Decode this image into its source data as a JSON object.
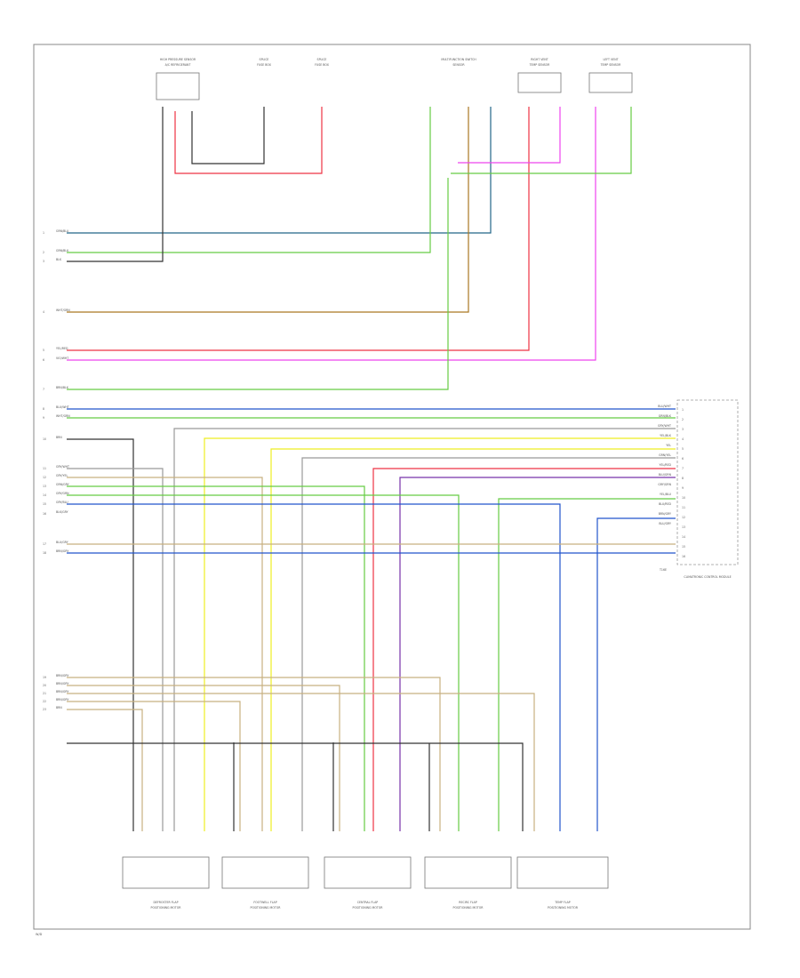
{
  "diagram": {
    "page_code": "W/D",
    "colors": {
      "blue": "#2255cc",
      "green": "#66cc44",
      "red": "#ee3344",
      "magenta": "#ee44ee",
      "yellow": "#eeee22",
      "tan": "#c8b080",
      "black": "#333333",
      "grey": "#999999",
      "brown": "#aa7722",
      "violet": "#7733aa",
      "pink": "#eebbbb",
      "teal": "#226688"
    },
    "connectors_left": [
      {
        "num": "1",
        "code": "GRN/BLU",
        "color": "teal"
      },
      {
        "num": "2",
        "code": "GRN/BLK",
        "color": "green"
      },
      {
        "num": "3",
        "code": "BLK",
        "color": "black"
      },
      {
        "num": "4",
        "code": "WHT/GRN",
        "color": "green"
      },
      {
        "num": "5",
        "code": "YEL/RED",
        "color": "red"
      },
      {
        "num": "6",
        "code": "VIO/WHT",
        "color": "magenta"
      },
      {
        "num": "7",
        "code": "BRN/BLK",
        "color": "brown"
      },
      {
        "num": "8",
        "code": "BLU/WHT",
        "color": "blue"
      },
      {
        "num": "9",
        "code": "WHT/GRN",
        "color": "green"
      },
      {
        "num": "10",
        "code": "BRN",
        "color": "black"
      },
      {
        "num": "11",
        "code": "GRY/WHT",
        "color": "grey"
      },
      {
        "num": "12",
        "code": "GRY/YEL",
        "color": "tan"
      },
      {
        "num": "13",
        "code": "GRN/GRY",
        "color": "green"
      },
      {
        "num": "14",
        "code": "GRY/GRN",
        "color": "green"
      },
      {
        "num": "15",
        "code": "GRY/BLU",
        "color": "blue"
      },
      {
        "num": "16",
        "code": "BLK/GRY",
        "color": "tan"
      },
      {
        "num": "17",
        "code": "BLU/GRY",
        "color": "blue"
      },
      {
        "num": "18",
        "code": "BRN/GRY",
        "color": "tan"
      },
      {
        "num": "19",
        "code": "BRN/GRY",
        "color": "tan"
      },
      {
        "num": "20",
        "code": "BRN/GRY",
        "color": "tan"
      },
      {
        "num": "21",
        "code": "BRN/GRY",
        "color": "tan"
      },
      {
        "num": "22",
        "code": "BRN/GRY",
        "color": "tan"
      },
      {
        "num": "23",
        "code": "BRN",
        "color": "black"
      }
    ],
    "module": {
      "name": "CLIMATRONIC CONTROL MODULE",
      "connector": "T16E",
      "pins": [
        "1",
        "2",
        "3",
        "4",
        "5",
        "6",
        "7",
        "8",
        "9",
        "10",
        "11",
        "12",
        "13",
        "14",
        "15",
        "16"
      ],
      "wire_codes": [
        "BLU/WHT",
        "GRN/BLK",
        "GRY/WHT",
        "YEL/BLK",
        "YEL",
        "GRN/YEL",
        "YEL/RED",
        "BLU/GRN",
        "GRY/GRN",
        "YEL/BLU",
        "BLU/RED",
        "BRN/GRY",
        "BLU/GRY"
      ]
    },
    "top_components": [
      {
        "name": "HIGH PRESSURE SENSOR",
        "sub": "A/C REFRIGERANT"
      },
      {
        "name": "SPLICE",
        "sub": "FUSE BOX"
      },
      {
        "name": "SPLICE",
        "sub": "FUSE BOX"
      },
      {
        "name": "MULTIFUNCTION SWITCH",
        "sub": "SENSOR"
      },
      {
        "name": "RIGHT VENT",
        "sub": "TEMP SENSOR"
      },
      {
        "name": "LEFT VENT",
        "sub": "TEMP SENSOR"
      }
    ],
    "bottom_components": [
      {
        "name": "DEFROSTER FLAP",
        "sub": "POSITIONING MOTOR"
      },
      {
        "name": "FOOTWELL FLAP",
        "sub": "POSITIONING MOTOR"
      },
      {
        "name": "CENTRAL FLAP",
        "sub": "POSITIONING MOTOR"
      },
      {
        "name": "RECIRC FLAP",
        "sub": "POSITIONING MOTOR"
      },
      {
        "name": "TEMP FLAP",
        "sub": "POSITIONING MOTOR"
      }
    ]
  }
}
